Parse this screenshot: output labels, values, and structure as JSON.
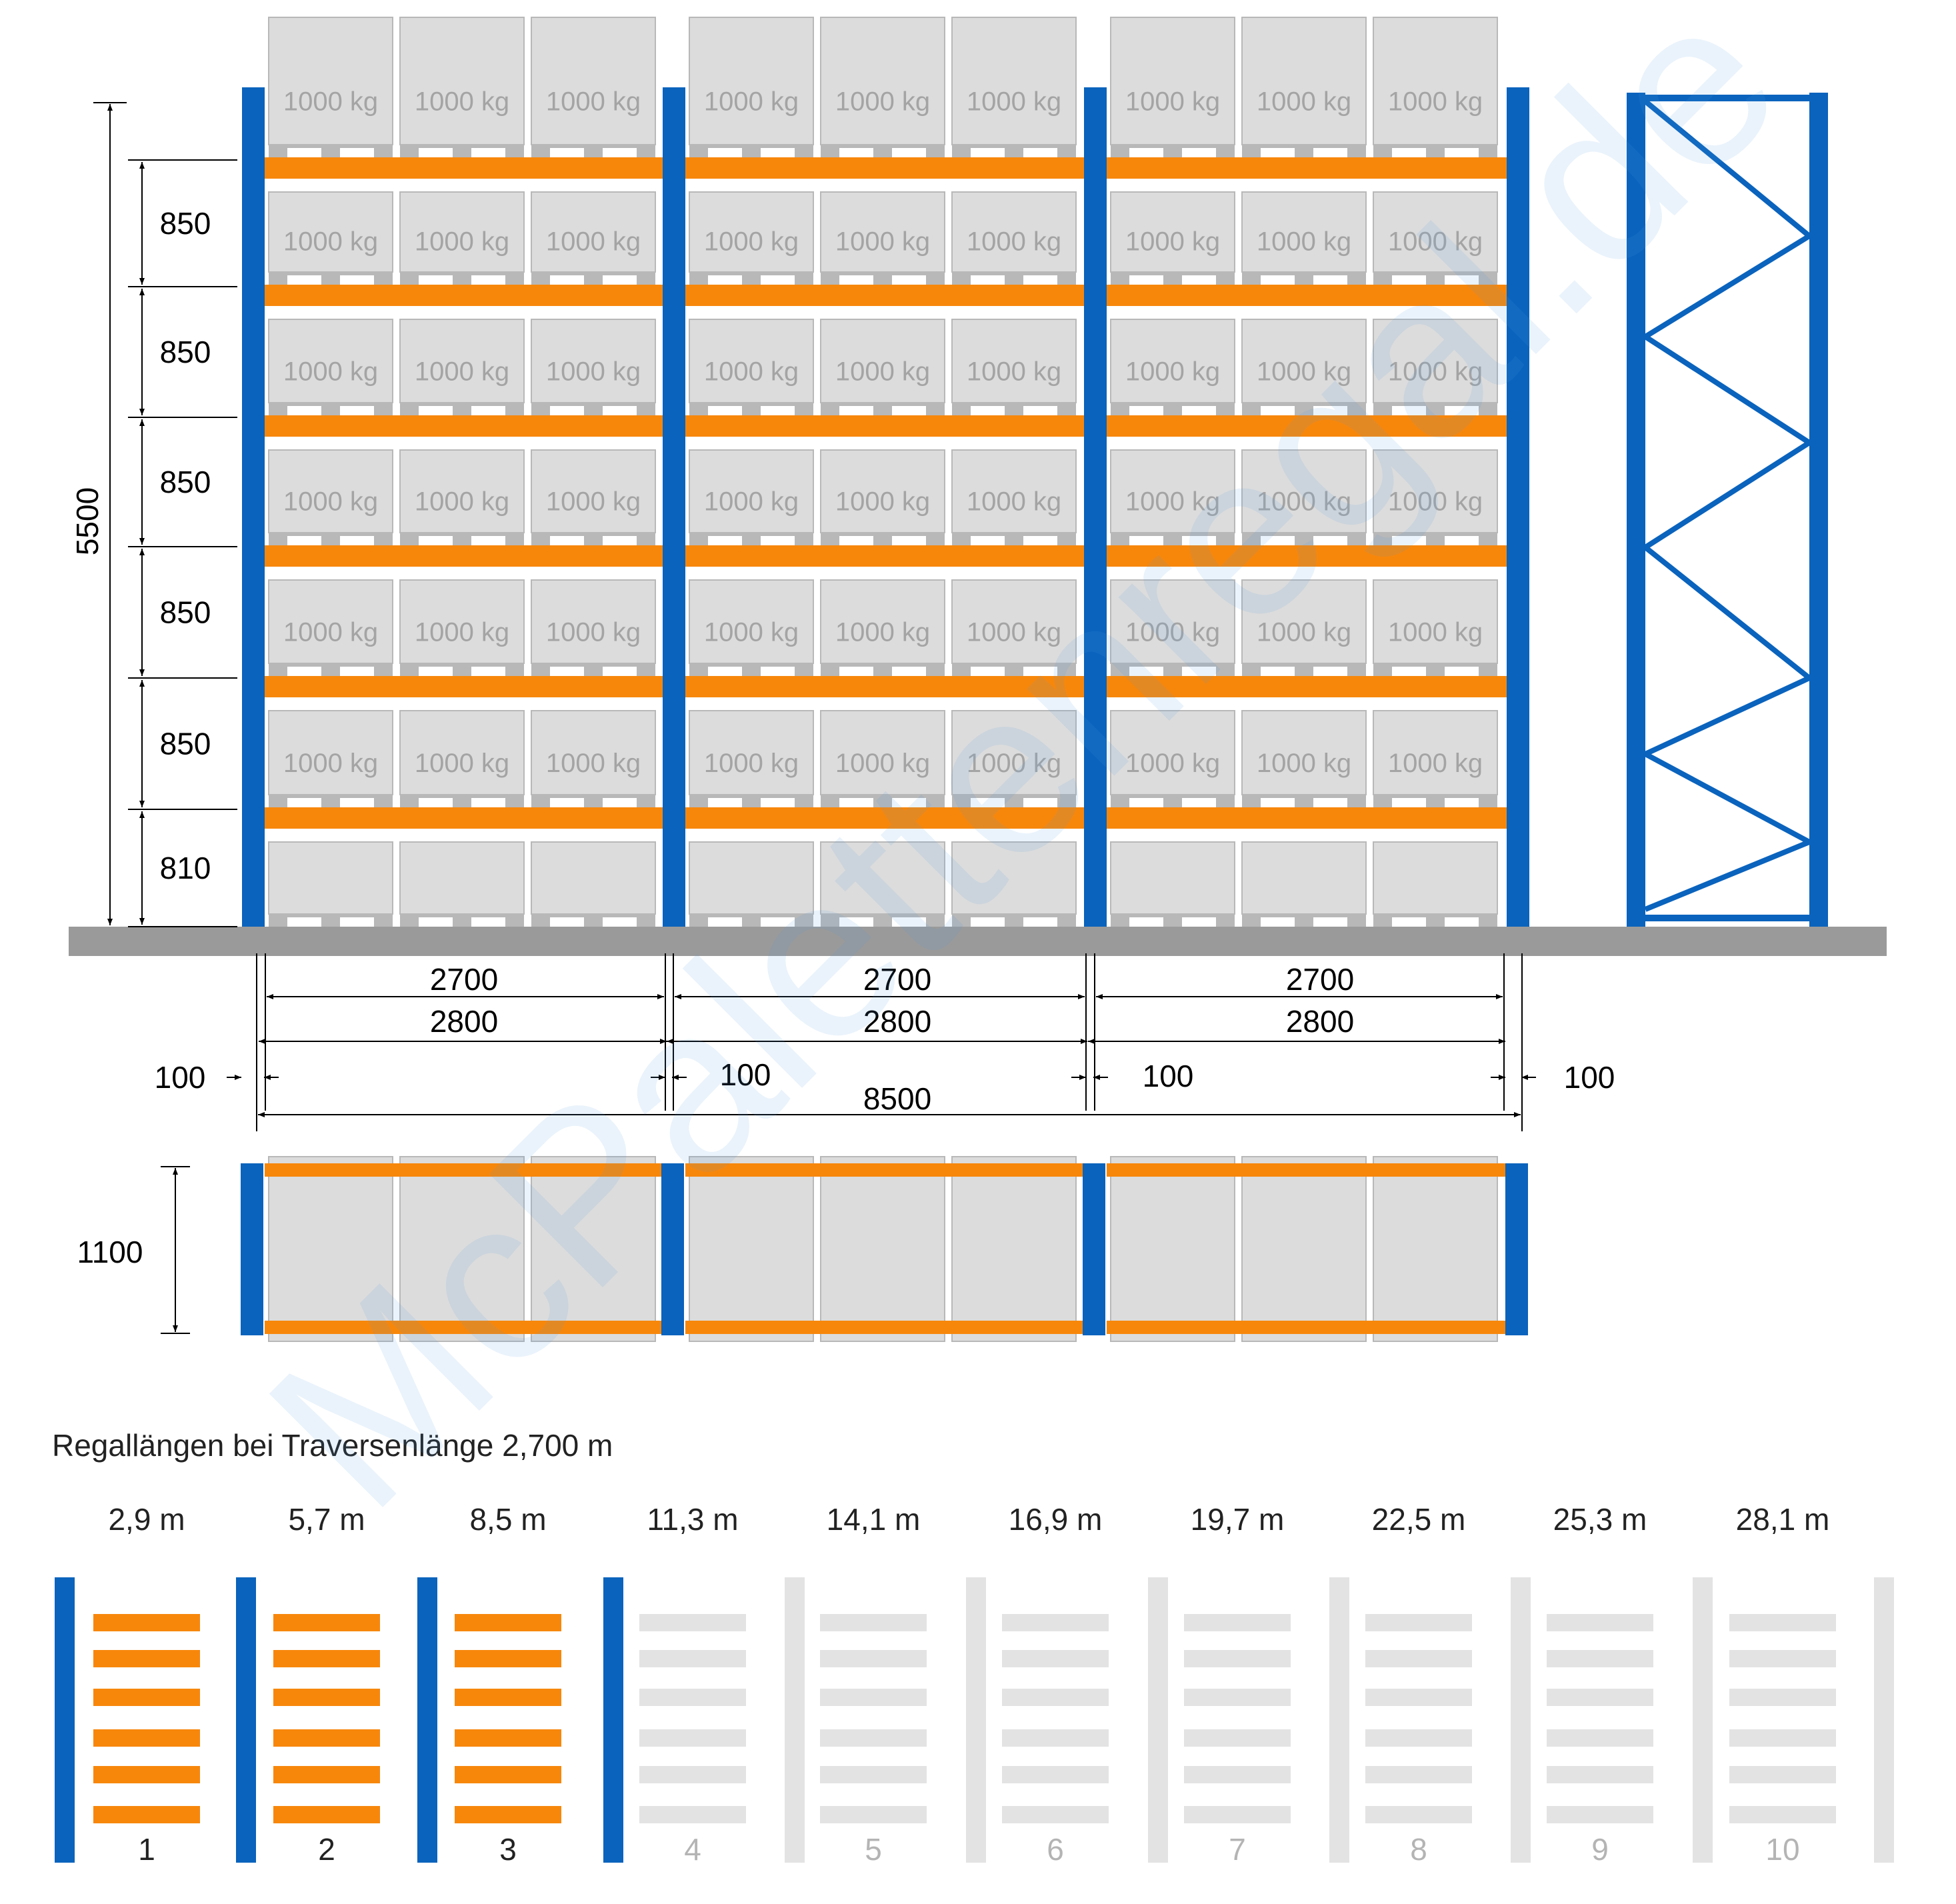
{
  "colors": {
    "upright": "#0a63bd",
    "beam": "#f7870b",
    "floor": "#9a9a9a",
    "pallet_box": "#dcdcdc",
    "pallet_edge": "#b8b8b8",
    "pallet_text": "#a4a4a4",
    "inactive": "#e3e3e3",
    "dim_line": "#000000",
    "watermark": "#4f9fdc"
  },
  "front_view": {
    "bays": 3,
    "pallets_per_bay": 3,
    "pallet_label": "1000 kg",
    "total_height_label": "5500",
    "level_heights": [
      "850",
      "850",
      "850",
      "850",
      "850",
      "810"
    ]
  },
  "dimensions": {
    "clear_width": "2700",
    "bay_width": "2800",
    "upright_width": "100",
    "total_length": "8500",
    "depth": "1100"
  },
  "lengths_section": {
    "title": "Regallängen bei Traversenlänge 2,700 m",
    "active_count": 3,
    "items": [
      {
        "number": "1",
        "length": "2,9 m"
      },
      {
        "number": "2",
        "length": "5,7 m"
      },
      {
        "number": "3",
        "length": "8,5 m"
      },
      {
        "number": "4",
        "length": "11,3 m"
      },
      {
        "number": "5",
        "length": "14,1 m"
      },
      {
        "number": "6",
        "length": "16,9 m"
      },
      {
        "number": "7",
        "length": "19,7 m"
      },
      {
        "number": "8",
        "length": "22,5 m"
      },
      {
        "number": "9",
        "length": "25,3 m"
      },
      {
        "number": "10",
        "length": "28,1 m"
      }
    ]
  },
  "watermark": "McPalettenregal.de"
}
